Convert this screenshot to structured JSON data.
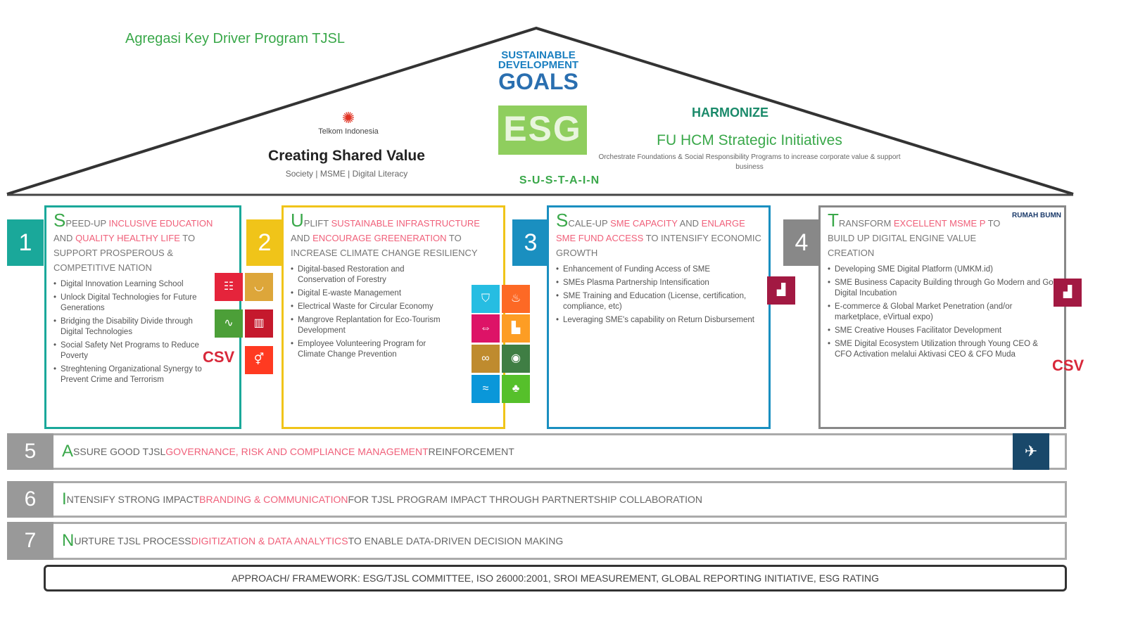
{
  "title": "Agregasi Key Driver Program TJSL",
  "sdg_logo": {
    "line1": "SUSTAINABLE",
    "line2": "DEVELOPMENT",
    "line3": "GOALS"
  },
  "esg_logo": "ESG",
  "telkom_logo": "Telkom Indonesia",
  "csv_block": {
    "title": "Creating Shared Value",
    "subtitle": "Society | MSME | Digital Literacy"
  },
  "sustain": "S-U-S-T-A-I-N",
  "harmonize_logo": "HARMONIZE",
  "fu_block": {
    "title": "FU HCM Strategic Initiatives",
    "subtitle": "Orchestrate Foundations & Social Responsibility Programs to increase corporate value & support business"
  },
  "pillars": [
    {
      "num": "1",
      "big": "S",
      "t1": "PEED-UP ",
      "r1": "INCLUSIVE EDUCATION",
      "t2": " AND ",
      "r2": "QUALITY HEALTHY LIFE",
      "t3": " TO SUPPORT PROSPEROUS & COMPETITIVE NATION",
      "items": [
        "Digital Innovation Learning School",
        "Unlock Digital Technologies for Future Generations",
        "Bridging the Disability Divide through Digital Technologies",
        "Social Safety Net Programs to Reduce Poverty",
        "Streghtening Organizational Synergy to Prevent Crime and Terrorism"
      ],
      "badge": "CSV"
    },
    {
      "num": "2",
      "big": "U",
      "t1": "PLIFT ",
      "r1": "SUSTAINABLE INFRASTRUCTURE",
      "t2": " AND ",
      "r2": "ENCOURAGE GREENERATION",
      "t3": " TO INCREASE CLIMATE CHANGE RESILIENCY",
      "items": [
        "Digital-based Restoration and Conservation of Forestry",
        "Digital E-waste Management",
        "Electrical Waste for Circular Economy",
        "Mangrove Replantation for Eco-Tourism Development",
        "Employee Volunteering Program for Climate Change Prevention"
      ]
    },
    {
      "num": "3",
      "big": "S",
      "t1": "CALE-UP ",
      "r1": "SME CAPACITY",
      "t2": " AND ",
      "r2": "ENLARGE SME FUND ACCESS",
      "t3": " TO INTENSIFY ECONOMIC GROWTH",
      "items": [
        "Enhancement of Funding Access of SME",
        "SMEs Plasma Partnership Intensification",
        "SME Training and Education (License, certification, compliance, etc)",
        "Leveraging SME's capability on Return Disbursement"
      ]
    },
    {
      "num": "4",
      "big": "T",
      "t1": "RANSFORM ",
      "r1": "EXCELLENT MSME P",
      "t2": "",
      "r2": "",
      "t3": " TO BUILD UP DIGITAL ENGINE VALUE CREATION",
      "items": [
        "Developing SME Digital Platform (UMKM.id)",
        "SME Business Capacity Building through Go Modern and Go Digital Incubation",
        "E-commerce & Global Market Penetration (and/or marketplace, eVirtual expo)",
        "SME Creative Houses Facilitator Development",
        "SME Digital Ecosystem Utilization through Young CEO & CFO Activation melalui Aktivasi CEO & CFO Muda"
      ],
      "badge": "CSV",
      "logo": "RUMAH BUMN"
    }
  ],
  "rows": [
    {
      "num": "5",
      "big": "A",
      "t1": "SSURE GOOD TJSL ",
      "r1": "GOVERNANCE, RISK AND COMPLIANCE MANAGEMENT",
      "t2": " REINFORCEMENT"
    },
    {
      "num": "6",
      "big": "I",
      "t1": "NTENSIFY STRONG IMPACT ",
      "r1": "BRANDING & COMMUNICATION",
      "t2": " FOR TJSL PROGRAM IMPACT THROUGH PARTNERTSHIP COLLABORATION"
    },
    {
      "num": "7",
      "big": "N",
      "t1": "URTURE TJSL PROCESS ",
      "r1": "DIGITIZATION & DATA ANALYTICS",
      "t2": " TO ENABLE DATA-DRIVEN DECISION MAKING"
    }
  ],
  "approach": "APPROACH/ FRAMEWORK: ESG/TJSL COMMITTEE, ISO 26000:2001, SROI MEASUREMENT, GLOBAL REPORTING INITIATIVE, ESG RATING",
  "colors": {
    "p1": "#1aa89a",
    "p2": "#f0c419",
    "p3": "#1a8fc0",
    "p4": "#888888"
  }
}
